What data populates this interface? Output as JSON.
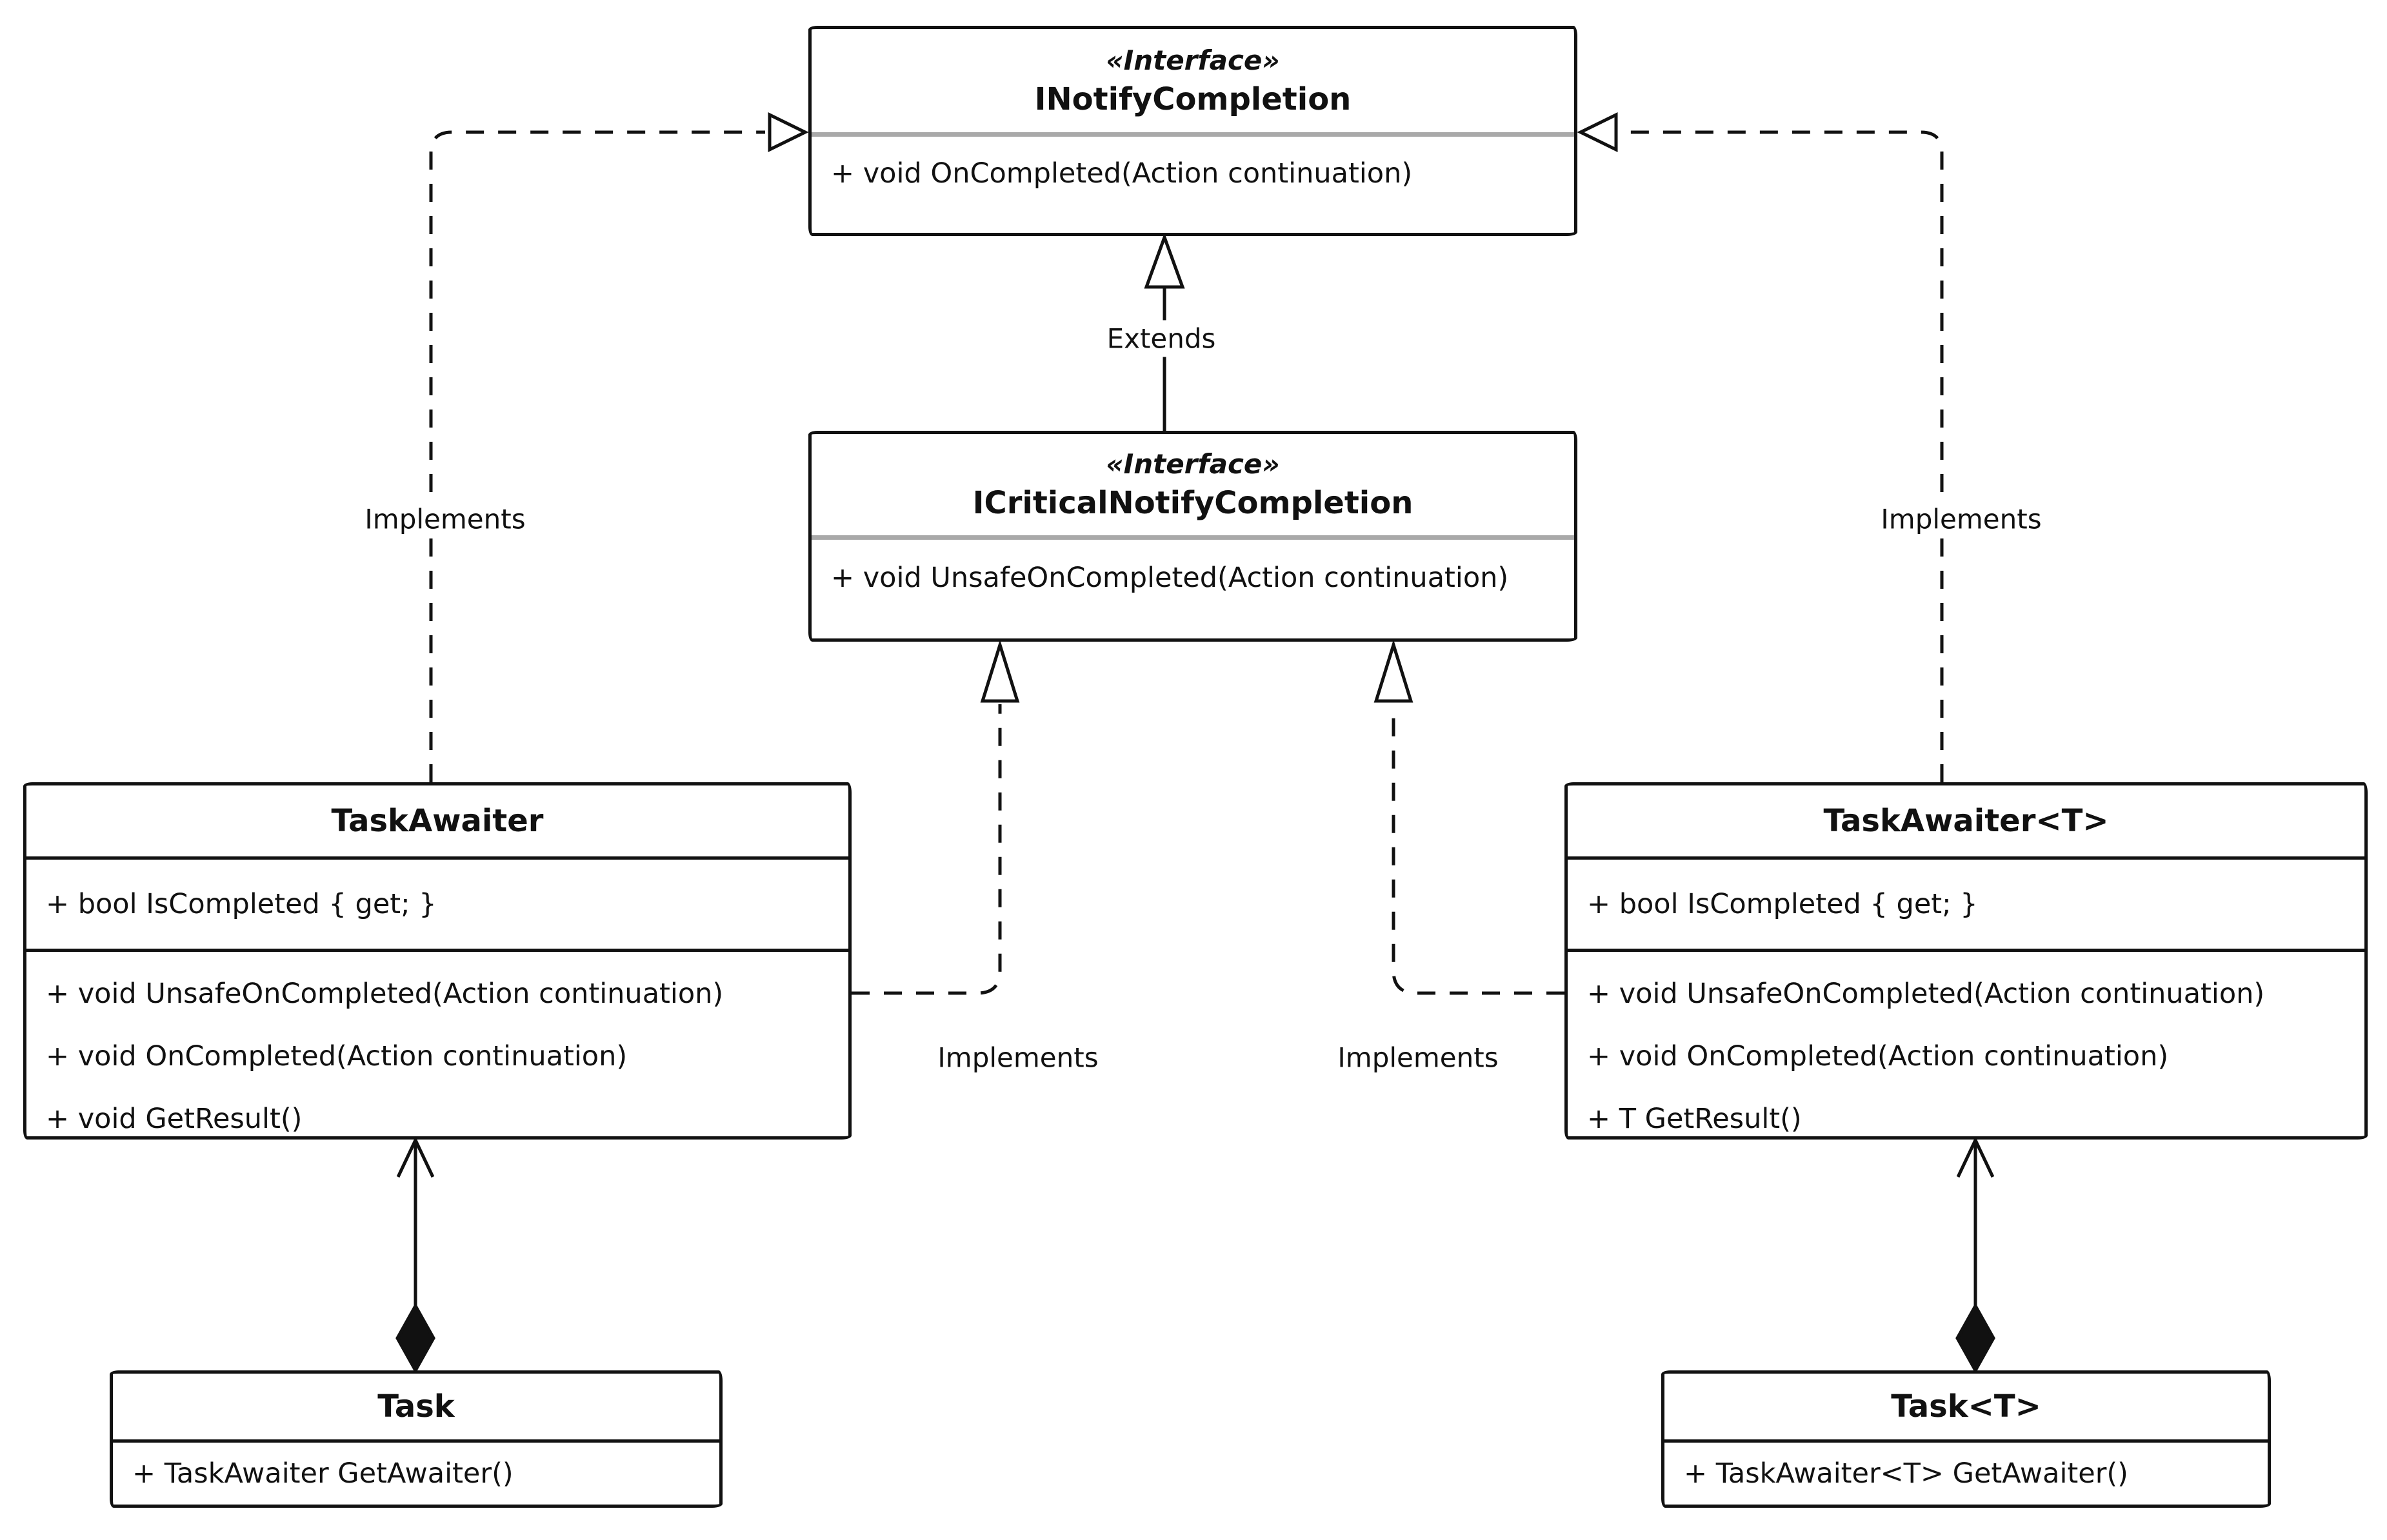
{
  "interfaces": {
    "inotify": {
      "stereotype": "«Interface»",
      "name": "INotifyCompletion",
      "methods": [
        "+ void OnCompleted(Action continuation)"
      ]
    },
    "icritical": {
      "stereotype": "«Interface»",
      "name": "ICriticalNotifyCompletion",
      "methods": [
        "+ void UnsafeOnCompleted(Action continuation)"
      ]
    }
  },
  "classes": {
    "task_awaiter": {
      "name": "TaskAwaiter",
      "attributes": [
        "+ bool IsCompleted { get; }"
      ],
      "methods": [
        "+ void UnsafeOnCompleted(Action continuation)",
        "+ void OnCompleted(Action continuation)",
        "+ void GetResult()"
      ]
    },
    "task_awaiter_t": {
      "name": "TaskAwaiter<T>",
      "attributes": [
        "+ bool IsCompleted { get; }"
      ],
      "methods": [
        "+ void UnsafeOnCompleted(Action continuation)",
        "+ void OnCompleted(Action continuation)",
        "+ T GetResult()"
      ]
    },
    "task": {
      "name": "Task",
      "methods": [
        "+ TaskAwaiter GetAwaiter()"
      ]
    },
    "task_t": {
      "name": "Task<T>",
      "methods": [
        "+ TaskAwaiter<T> GetAwaiter()"
      ]
    }
  },
  "labels": {
    "extends": "Extends",
    "implements_top_left": "Implements",
    "implements_top_right": "Implements",
    "implements_mid_left": "Implements",
    "implements_mid_right": "Implements"
  },
  "colors": {
    "stroke": "#111111",
    "divider_gray": "#a9a9a9",
    "background": "#ffffff"
  }
}
